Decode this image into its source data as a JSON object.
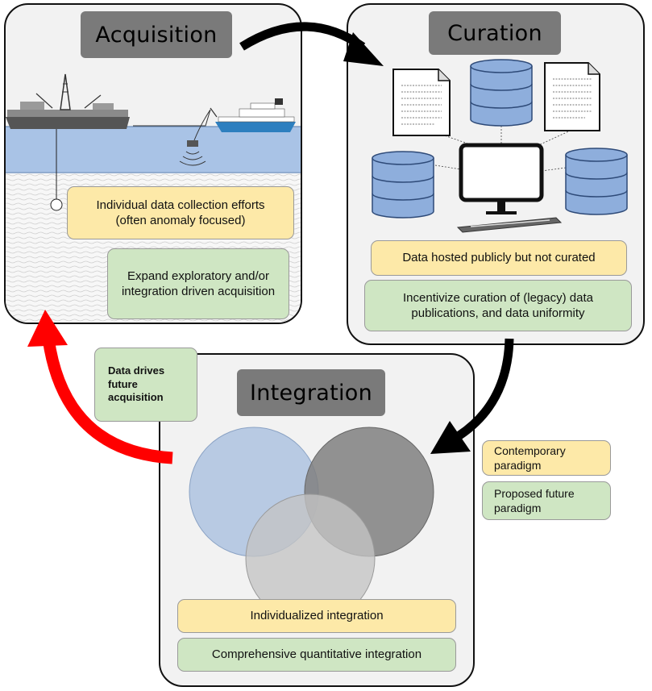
{
  "panels": {
    "acquisition": {
      "title": "Acquisition",
      "contemporary": "Individual data collection efforts (often anomaly focused)",
      "future": "Expand exploratory and/or integration driven acquisition"
    },
    "curation": {
      "title": "Curation",
      "contemporary": "Data hosted publicly but not curated",
      "future": "Incentivize curation of (legacy) data publications, and data uniformity"
    },
    "integration": {
      "title": "Integration",
      "contemporary": "Individualized integration",
      "future": "Comprehensive quantitative integration"
    }
  },
  "feedback_note": "Data drives future acquisition",
  "legend": {
    "contemporary": "Contemporary paradigm",
    "future": "Proposed future paradigm"
  },
  "colors": {
    "contemporary": "#fde9a8",
    "future": "#cfe6c3",
    "arrow_main": "#000000",
    "arrow_feedback": "#ff0000",
    "venn": [
      "#a9bfdf",
      "#808080",
      "#c4c4c4"
    ]
  }
}
